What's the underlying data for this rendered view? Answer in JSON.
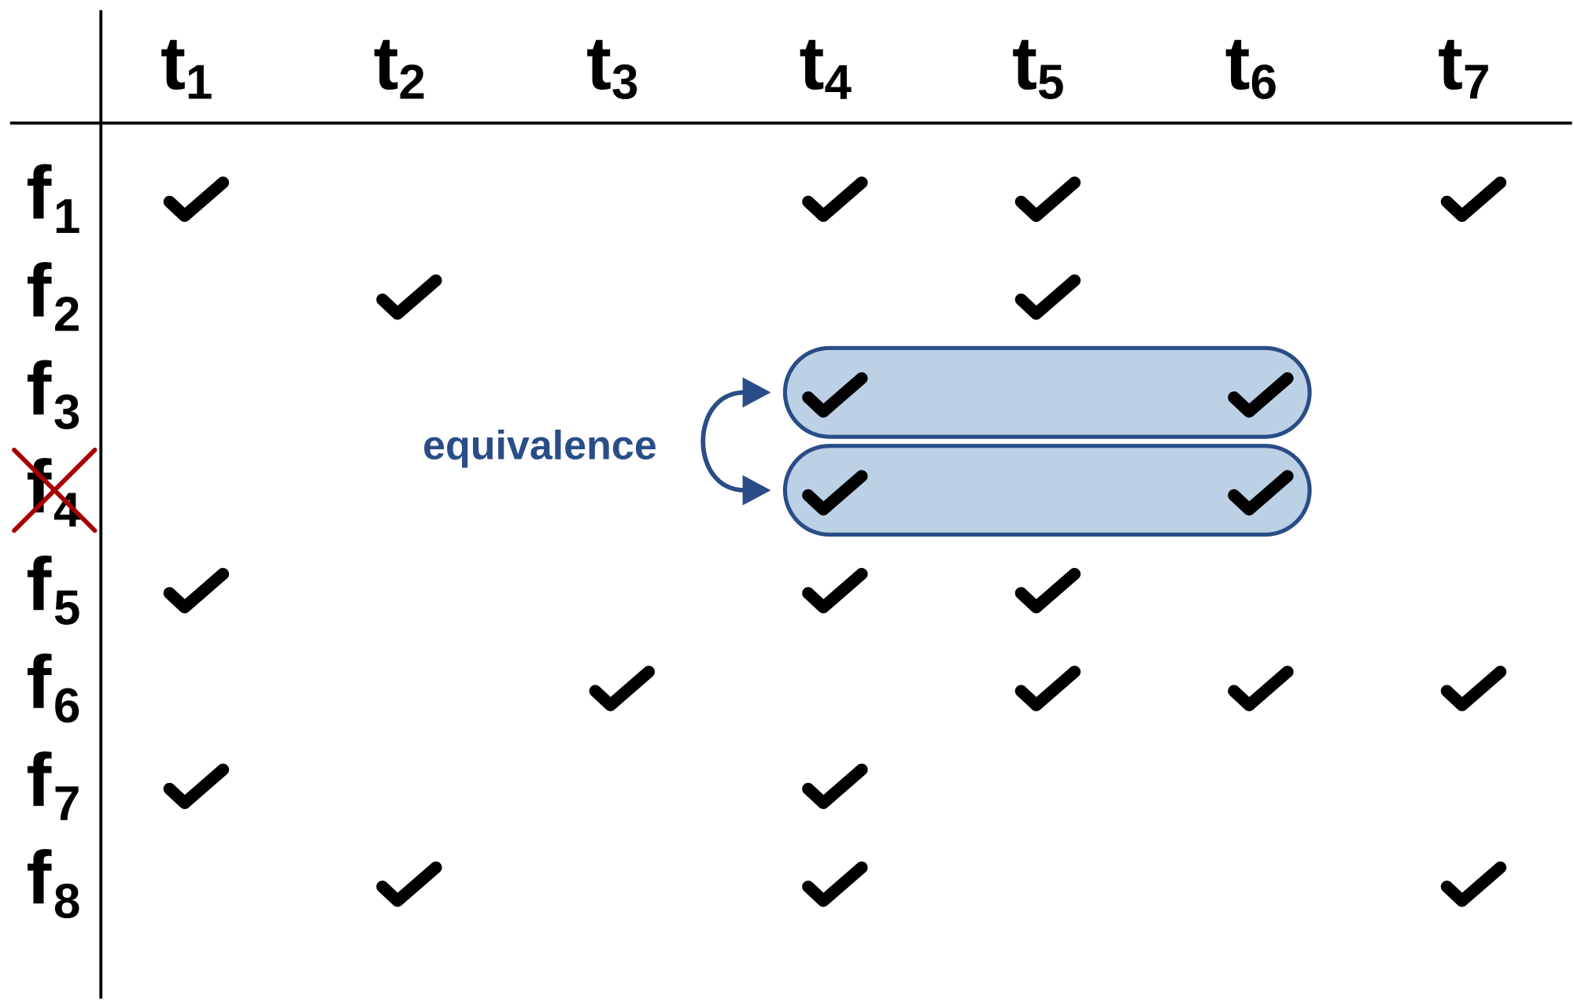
{
  "columns": [
    {
      "main": "t",
      "sub": "1"
    },
    {
      "main": "t",
      "sub": "2"
    },
    {
      "main": "t",
      "sub": "3"
    },
    {
      "main": "t",
      "sub": "4"
    },
    {
      "main": "t",
      "sub": "5"
    },
    {
      "main": "t",
      "sub": "6"
    },
    {
      "main": "t",
      "sub": "7"
    }
  ],
  "rows": [
    {
      "main": "f",
      "sub": "1",
      "checks": [
        1,
        4,
        5,
        7
      ],
      "removed": false
    },
    {
      "main": "f",
      "sub": "2",
      "checks": [
        2,
        5
      ],
      "removed": false
    },
    {
      "main": "f",
      "sub": "3",
      "checks": [
        4,
        6
      ],
      "removed": false
    },
    {
      "main": "f",
      "sub": "4",
      "checks": [
        4,
        6
      ],
      "removed": true
    },
    {
      "main": "f",
      "sub": "5",
      "checks": [
        1,
        4,
        5
      ],
      "removed": false
    },
    {
      "main": "f",
      "sub": "6",
      "checks": [
        3,
        5,
        6,
        7
      ],
      "removed": false
    },
    {
      "main": "f",
      "sub": "7",
      "checks": [
        1,
        4
      ],
      "removed": false
    },
    {
      "main": "f",
      "sub": "8",
      "checks": [
        2,
        4,
        7
      ],
      "removed": false
    }
  ],
  "equivalence": {
    "label": "equivalence",
    "rows": [
      3,
      4
    ]
  },
  "colors": {
    "text": "#000000",
    "grid": "#000000",
    "check": "#000000",
    "accent": "#2a4d87",
    "highlight_fill": "#bcd0e6",
    "removed_mark": "#a80000"
  }
}
